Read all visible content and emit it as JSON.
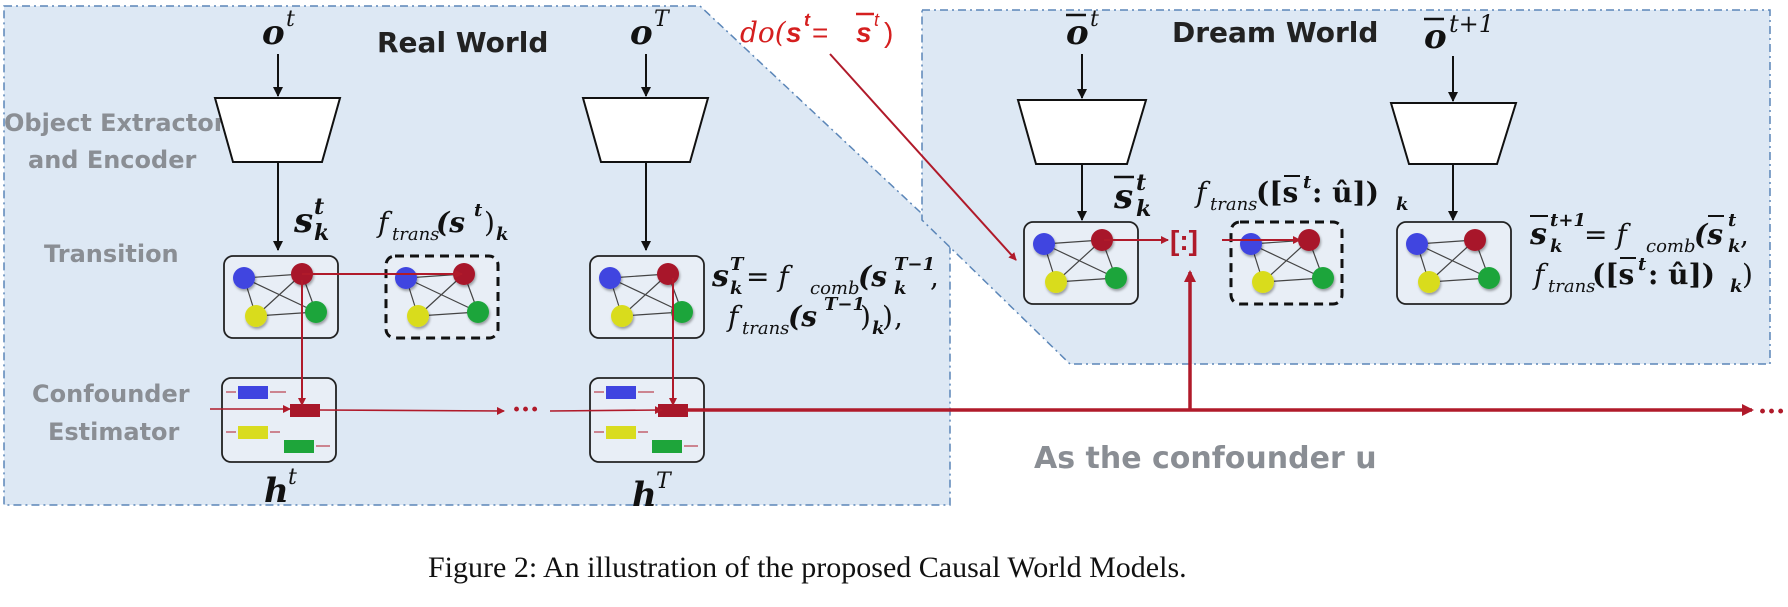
{
  "sections": {
    "real_world": "Real World",
    "dream_world": "Dream World"
  },
  "side_labels": {
    "object_extractor_line1": "Object Extractor",
    "object_extractor_line2": "and Encoder",
    "transition": "Transition",
    "confounder_line1": "Confounder",
    "confounder_line2": "Estimator"
  },
  "inputs": {
    "o_t_base": "o",
    "o_t_sup": "t",
    "o_T_base": "o",
    "o_T_sup": "T",
    "obar_t_base": "o",
    "obar_t_sup": "t",
    "obar_t1_base": "o",
    "obar_t1_sup": "t+1"
  },
  "states": {
    "s_k_t_base": "s",
    "s_k_t_sup": "t",
    "s_k_t_sub": "k",
    "sbar_k_t_base": "s",
    "sbar_k_t_sup": "t",
    "sbar_k_t_sub": "k"
  },
  "hidden": {
    "h_t_base": "h",
    "h_t_sup": "t",
    "h_T_base": "h",
    "h_T_sup": "T"
  },
  "equations": {
    "ftrans_st": "f",
    "ftrans_st_sub": "trans",
    "ftrans_st_arg": "(s",
    "ftrans_st_sup": "t",
    "ftrans_st_close": ")",
    "ftrans_st_k": "k",
    "sT_eq_line1_a": "s",
    "sT_eq_line1_sup": "T",
    "sT_eq_line1_sub": "k",
    "sT_eq_line1_b": " = f",
    "sT_eq_line1_comb": "comb",
    "sT_eq_line1_c": "(s",
    "sT_eq_line1_c_sup": "T−1",
    "sT_eq_line1_c_sub": "k",
    "sT_eq_line1_end": ",",
    "sT_eq_line2_a": "f",
    "sT_eq_line2_sub": "trans",
    "sT_eq_line2_b": "(s",
    "sT_eq_line2_sup": "T−1",
    "sT_eq_line2_c": ")",
    "sT_eq_line2_k": "k",
    "sT_eq_line2_end": ",",
    "dream_ftrans_a": "f",
    "dream_ftrans_sub": "trans",
    "dream_ftrans_b": "([s",
    "dream_ftrans_sup": "t",
    "dream_ftrans_c": ": û])",
    "dream_ftrans_k": "k",
    "dream_next_a": "s",
    "dream_next_sup": "t+1",
    "dream_next_sub": "k",
    "dream_next_b": " = f",
    "dream_next_comb": "comb",
    "dream_next_c": "(s",
    "dream_next_c_sup": "t",
    "dream_next_c_sub": "k",
    "dream_next_end": ",",
    "dream_next_line2_a": "f",
    "dream_next_line2_sub": "trans",
    "dream_next_line2_b": "([s",
    "dream_next_line2_sup": "t",
    "dream_next_line2_c": ": û])",
    "dream_next_line2_k": "k",
    "dream_next_line2_end": ")"
  },
  "intervention": {
    "do_a": "do(",
    "do_s": "s",
    "do_sup": "t",
    "do_eq": " = ",
    "do_sbar": "s",
    "do_sbar_sup": "t",
    "do_close": ")"
  },
  "concat_symbol": "[:]",
  "ellipsis": "···",
  "ellipsis_end": "···",
  "confounder_label": "As the confounder u",
  "caption": "Figure 2: An illustration of the proposed Causal World Models.",
  "colors": {
    "panel_fill": "#dde8f4",
    "panel_border": "#5b86b8",
    "arrow_red": "#b01a2a",
    "text_red": "#d51f1f",
    "node_blue": "#3f44e0",
    "node_red": "#a8172a",
    "node_yellow": "#d9dc1f",
    "node_green": "#1ea53a",
    "rect_blue": "#3f44e0",
    "rect_yellow": "#d9dc1f",
    "rect_green": "#1ea53a",
    "rect_red": "#a8172a",
    "label_gray": "#8a8e94"
  }
}
